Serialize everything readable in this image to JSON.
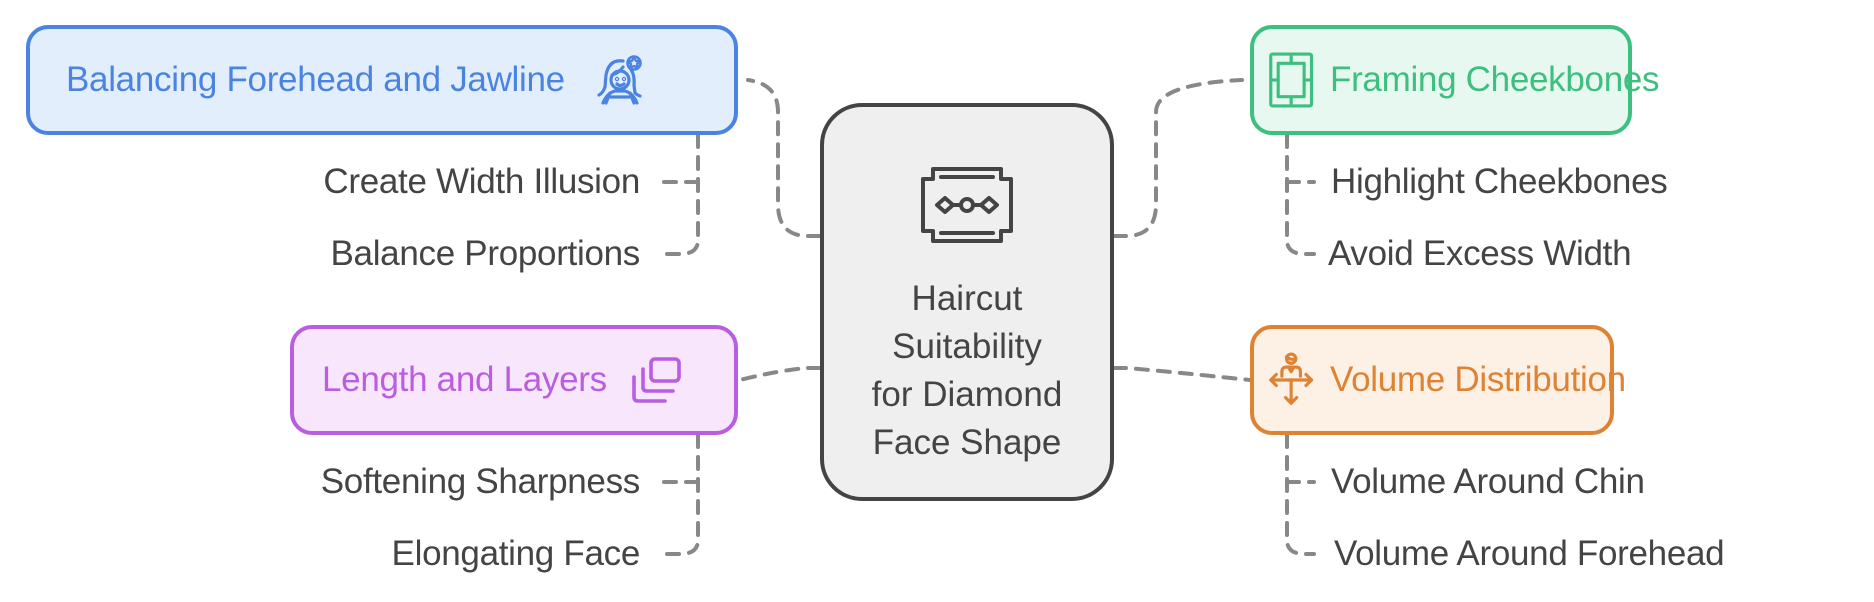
{
  "diagram": {
    "center": {
      "icon": "razor-blade-icon",
      "title_lines": [
        "Haircut",
        "Suitability",
        "for Diamond",
        "Face Shape"
      ],
      "color": "#444444",
      "fill": "#efefef"
    },
    "branches": [
      {
        "id": "balancing",
        "label": "Balancing Forehead and Jawline",
        "icon": "woman-with-flower-icon",
        "color": "#4a84e0",
        "fill": "#e3eefd",
        "children": [
          "Create Width Illusion",
          "Balance Proportions"
        ]
      },
      {
        "id": "framing",
        "label": "Framing Cheekbones",
        "icon": "frame-icon",
        "color": "#3dbf7f",
        "fill": "#e7f8f0",
        "children": [
          "Highlight Cheekbones",
          "Avoid Excess Width"
        ]
      },
      {
        "id": "length",
        "label": "Length and Layers",
        "icon": "layers-icon",
        "color": "#b95ee0",
        "fill": "#f7e6fc",
        "children": [
          "Softening Sharpness",
          "Elongating Face"
        ]
      },
      {
        "id": "volume",
        "label": "Volume Distribution",
        "icon": "person-arrows-icon",
        "color": "#de8334",
        "fill": "#fdf0e4",
        "children": [
          "Volume Around Chin",
          "Volume Around Forehead"
        ]
      }
    ],
    "connector_color": "#888888",
    "leaf_text_color": "#444444"
  }
}
